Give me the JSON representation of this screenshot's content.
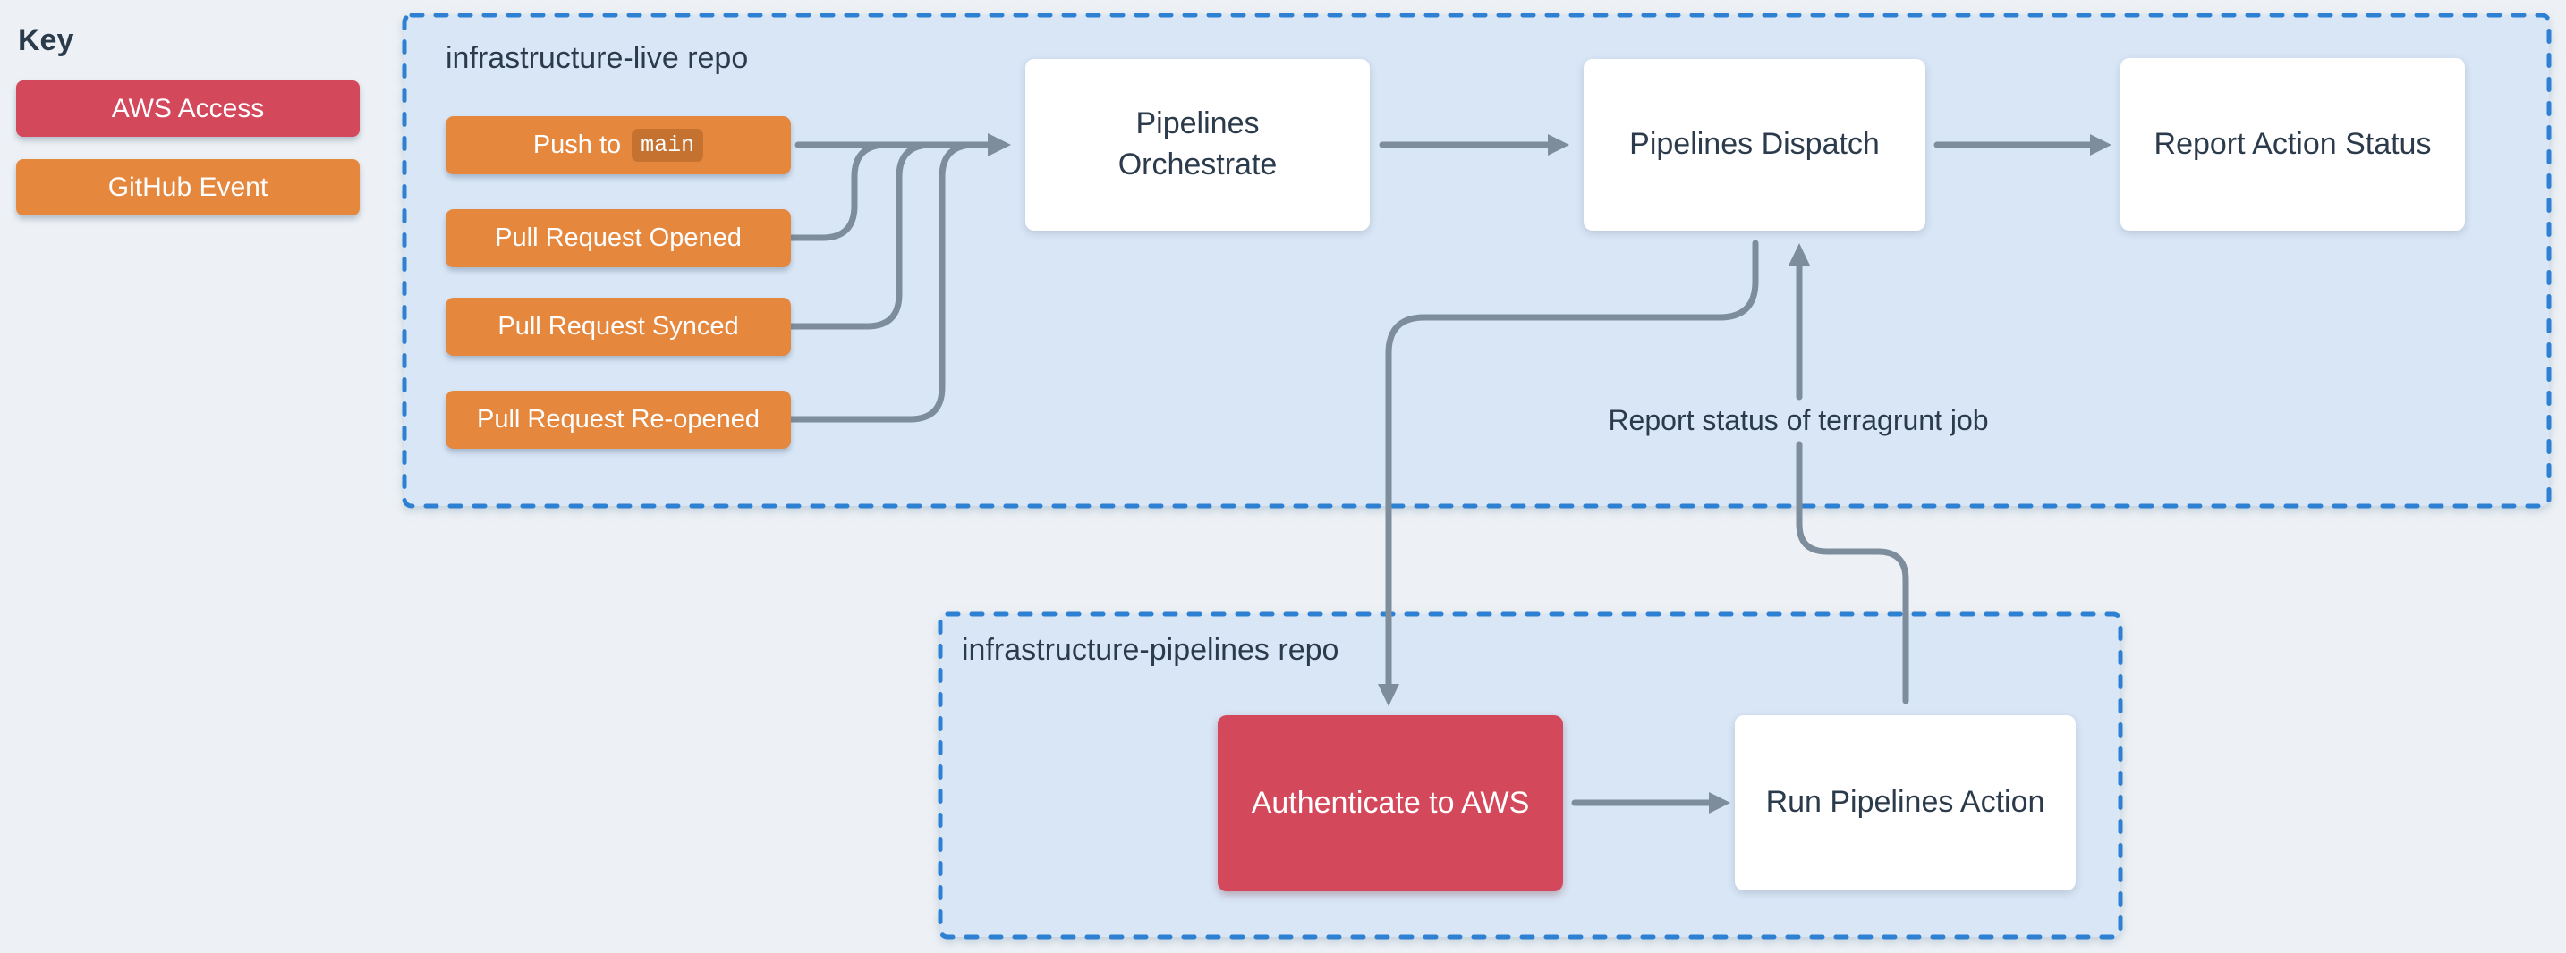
{
  "key": {
    "title": "Key",
    "items": [
      {
        "label": "AWS Access",
        "type": "aws-access"
      },
      {
        "label": "GitHub Event",
        "type": "github-event"
      }
    ]
  },
  "live_repo": {
    "label": "infrastructure-live repo",
    "events": [
      {
        "prefix": "Push to",
        "branch": "main"
      },
      {
        "label": "Pull Request Opened"
      },
      {
        "label": "Pull Request Synced"
      },
      {
        "label": "Pull Request Re-opened"
      }
    ],
    "nodes": [
      {
        "label": "Pipelines Orchestrate"
      },
      {
        "label": "Pipelines Dispatch"
      },
      {
        "label": "Report Action Status"
      }
    ]
  },
  "pipelines_repo": {
    "label": "infrastructure-pipelines repo",
    "nodes": [
      {
        "label": "Authenticate to AWS",
        "type": "aws-access"
      },
      {
        "label": "Run Pipelines Action",
        "type": "action"
      }
    ]
  },
  "annotations": {
    "report_status": "Report status of terragrunt job"
  },
  "colors": {
    "page_background": "#edf1f5",
    "repo_fill": "#d8e6f6",
    "repo_border": "#2e80d2",
    "arrow": "#7e8d9c",
    "aws_access": "#d4485c",
    "github_event": "#e6873e",
    "text_dark": "#2c3b4c"
  }
}
